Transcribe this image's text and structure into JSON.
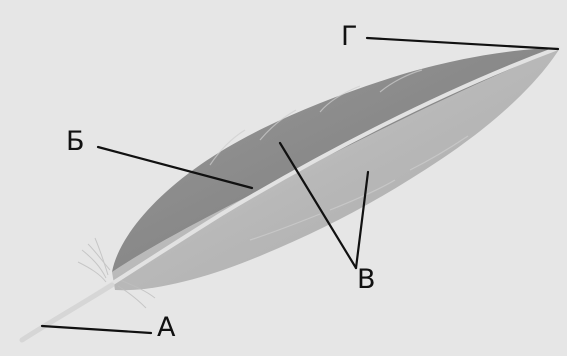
{
  "labels": {
    "a": "А",
    "b": "Б",
    "v": "В",
    "g": "Г"
  },
  "colors": {
    "background": "#e6e6e6",
    "vane_light": "#bdbdbd",
    "vane_dark": "#8c8c8c",
    "shaft": "#dcdcdc",
    "leader_lines": "#111111"
  }
}
